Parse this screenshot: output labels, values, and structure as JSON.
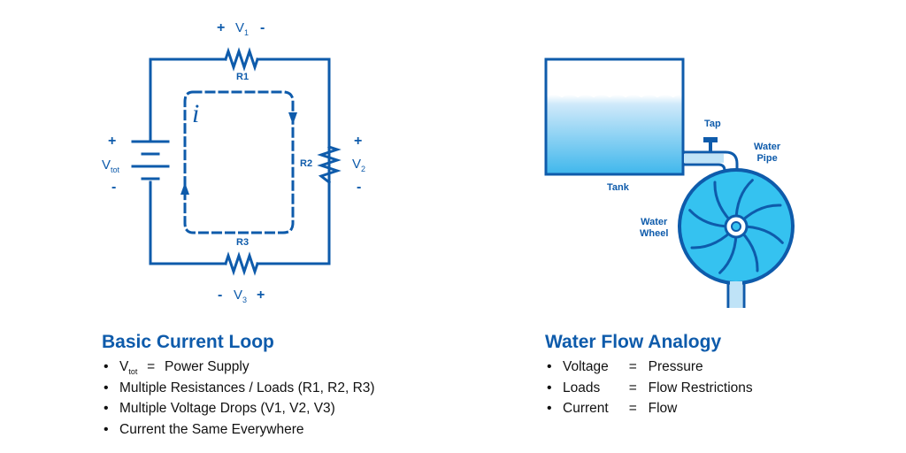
{
  "colors": {
    "primary": "#0e5bab",
    "water_light": "#cfe9fa",
    "water_mid": "#38b6ec",
    "wheel_fill": "#35c2f0",
    "text": "#111111"
  },
  "circuit": {
    "r1_label": "R1",
    "r2_label": "R2",
    "r3_label": "R3",
    "current_symbol": "i",
    "v1": {
      "letter": "V",
      "subscript": "1",
      "left_sign": "+",
      "right_sign": "-"
    },
    "v2": {
      "letter": "V",
      "subscript": "2",
      "top_sign": "+",
      "bottom_sign": "-"
    },
    "v3": {
      "letter": "V",
      "subscript": "3",
      "left_sign": "-",
      "right_sign": "+"
    },
    "vtot": {
      "letter": "V",
      "subscript": "tot",
      "top_sign": "+",
      "bottom_sign": "-"
    }
  },
  "water": {
    "tap_label": "Tap",
    "tank_label": "Tank",
    "pipe_label_line1": "Water",
    "pipe_label_line2": "Pipe",
    "wheel_label_line1": "Water",
    "wheel_label_line2": "Wheel"
  },
  "left_section": {
    "title": "Basic Current Loop",
    "item1": {
      "term": "V",
      "subscript": "tot",
      "equals": "=",
      "value": "Power Supply"
    },
    "item2": "Multiple Resistances / Loads (R1, R2, R3)",
    "item3": "Multiple Voltage Drops (V1, V2, V3)",
    "item4": "Current the Same Everywhere"
  },
  "right_section": {
    "title": "Water Flow Analogy",
    "items": [
      {
        "term": "Voltage",
        "equals": "=",
        "value": "Pressure"
      },
      {
        "term": "Loads",
        "equals": "=",
        "value": "Flow Restrictions"
      },
      {
        "term": "Current",
        "equals": "=",
        "value": "Flow"
      }
    ]
  }
}
